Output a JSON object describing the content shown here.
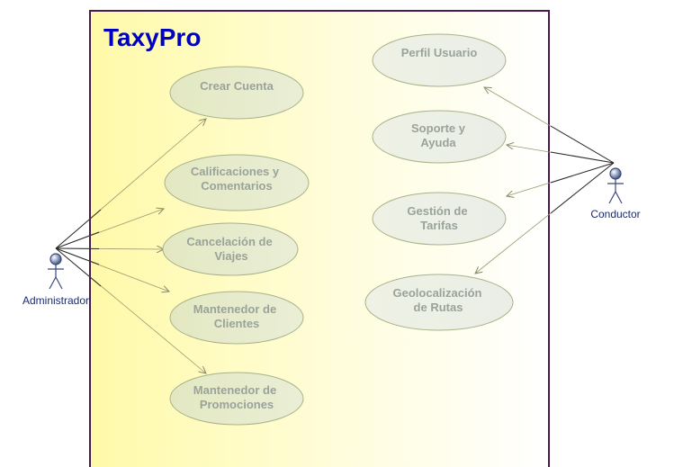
{
  "system": {
    "title": "TaxyPro"
  },
  "actors": {
    "admin": {
      "label": "Administrador"
    },
    "driver": {
      "label": "Conductor"
    }
  },
  "use_cases": {
    "crear_cuenta": [
      "Crear Cuenta"
    ],
    "calificaciones": [
      "Calificaciones y",
      "Comentarios"
    ],
    "cancelacion": [
      "Cancelación de",
      "Viajes"
    ],
    "mant_clientes": [
      "Mantenedor de",
      "Clientes"
    ],
    "mant_promociones": [
      "Mantenedor de",
      "Promociones"
    ],
    "perfil": [
      "Perfil Usuario"
    ],
    "soporte": [
      "Soporte y",
      "Ayuda"
    ],
    "tarifas": [
      "Gestión de",
      "Tarifas"
    ],
    "geolocalizacion": [
      "Geolocalización",
      "de Rutas"
    ]
  },
  "colors": {
    "boundary": "#4a1a4a",
    "gradient_left": "#fffaa8",
    "gradient_right": "#ffffff",
    "usecase_fill": "#e6ebcf",
    "usecase_stroke": "#a7b28a",
    "title": "#0000c0"
  }
}
